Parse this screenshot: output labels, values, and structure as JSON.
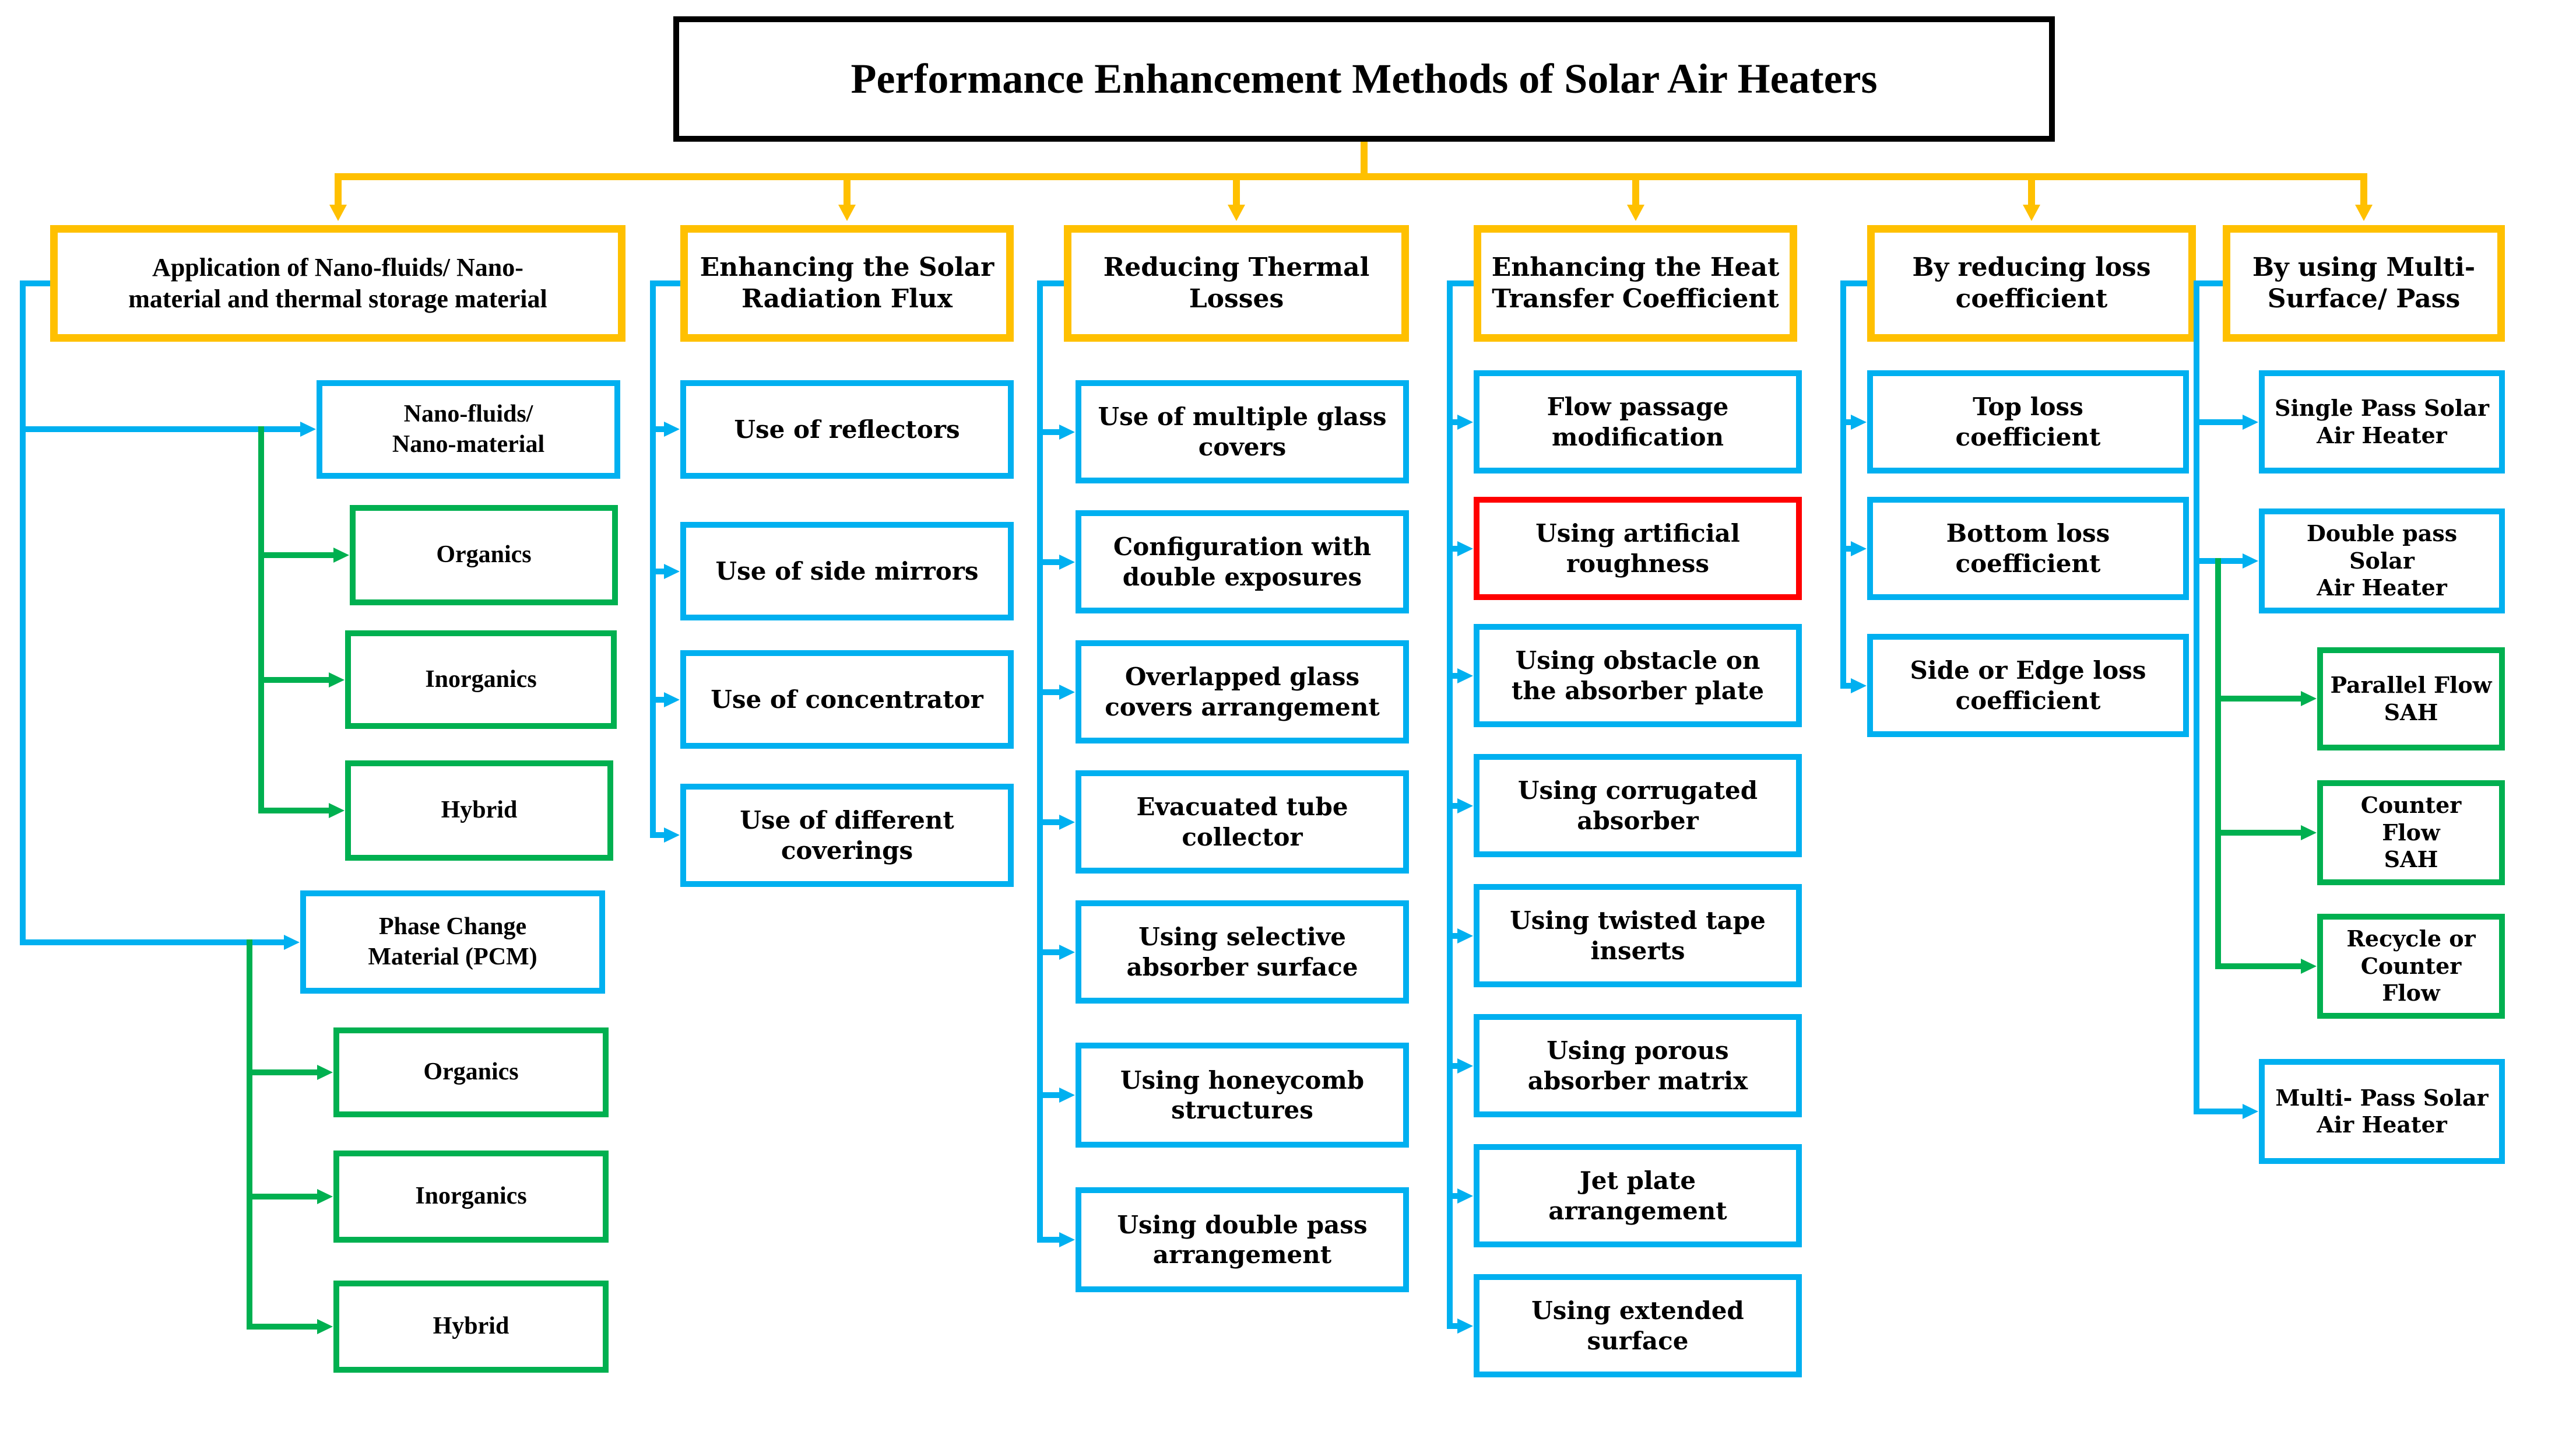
{
  "title": "Performance Enhancement Methods of Solar Air Heaters",
  "colors": {
    "yellow": "#FFC000",
    "blue": "#00B0F0",
    "green": "#00B050",
    "red": "#FF0000",
    "line_black": "#000000"
  },
  "columns": [
    {
      "header": "Application of Nano-fluids/ Nano-\nmaterial and thermal storage material",
      "children": [
        {
          "label": "Nano-fluids/\nNano-material",
          "border": "blue"
        },
        {
          "label": "Organics",
          "border": "green"
        },
        {
          "label": "Inorganics",
          "border": "green"
        },
        {
          "label": "Hybrid",
          "border": "green"
        },
        {
          "label": "Phase Change\nMaterial (PCM)",
          "border": "blue"
        },
        {
          "label": "Organics",
          "border": "green"
        },
        {
          "label": "Inorganics",
          "border": "green"
        },
        {
          "label": "Hybrid",
          "border": "green"
        }
      ]
    },
    {
      "header": "Enhancing the Solar\nRadiation Flux",
      "children": [
        {
          "label": "Use of reflectors",
          "border": "blue"
        },
        {
          "label": "Use of side mirrors",
          "border": "blue"
        },
        {
          "label": "Use of concentrator",
          "border": "blue"
        },
        {
          "label": "Use of different\ncoverings",
          "border": "blue"
        }
      ]
    },
    {
      "header": "Reducing Thermal\nLosses",
      "children": [
        {
          "label": "Use of multiple glass\ncovers",
          "border": "blue"
        },
        {
          "label": "Configuration with\ndouble exposures",
          "border": "blue"
        },
        {
          "label": "Overlapped glass\ncovers arrangement",
          "border": "blue"
        },
        {
          "label": "Evacuated tube\ncollector",
          "border": "blue"
        },
        {
          "label": "Using selective\nabsorber surface",
          "border": "blue"
        },
        {
          "label": "Using honeycomb\nstructures",
          "border": "blue"
        },
        {
          "label": "Using double pass\narrangement",
          "border": "blue"
        }
      ]
    },
    {
      "header": "Enhancing the Heat\nTransfer Coefficient",
      "children": [
        {
          "label": "Flow passage\nmodification",
          "border": "blue"
        },
        {
          "label": "Using artificial\nroughness",
          "border": "red"
        },
        {
          "label": "Using obstacle on\nthe absorber plate",
          "border": "blue"
        },
        {
          "label": "Using corrugated\nabsorber",
          "border": "blue"
        },
        {
          "label": "Using twisted tape\ninserts",
          "border": "blue"
        },
        {
          "label": "Using porous\nabsorber matrix",
          "border": "blue"
        },
        {
          "label": "Jet plate\narrangement",
          "border": "blue"
        },
        {
          "label": "Using extended\nsurface",
          "border": "blue"
        }
      ]
    },
    {
      "header": "By reducing loss\ncoefficient",
      "children": [
        {
          "label": "Top loss\ncoefficient",
          "border": "blue"
        },
        {
          "label": "Bottom loss\ncoefficient",
          "border": "blue"
        },
        {
          "label": "Side or Edge loss\ncoefficient",
          "border": "blue"
        }
      ]
    },
    {
      "header": "By using Multi-\nSurface/ Pass",
      "children": [
        {
          "label": "Single Pass Solar\nAir Heater",
          "border": "blue"
        },
        {
          "label": "Double pass Solar\nAir Heater",
          "border": "blue"
        },
        {
          "label": "Parallel Flow\nSAH",
          "border": "green"
        },
        {
          "label": "Counter Flow\nSAH",
          "border": "green"
        },
        {
          "label": "Recycle or\nCounter Flow",
          "border": "green"
        },
        {
          "label": "Multi- Pass Solar\nAir Heater",
          "border": "blue"
        }
      ]
    }
  ]
}
